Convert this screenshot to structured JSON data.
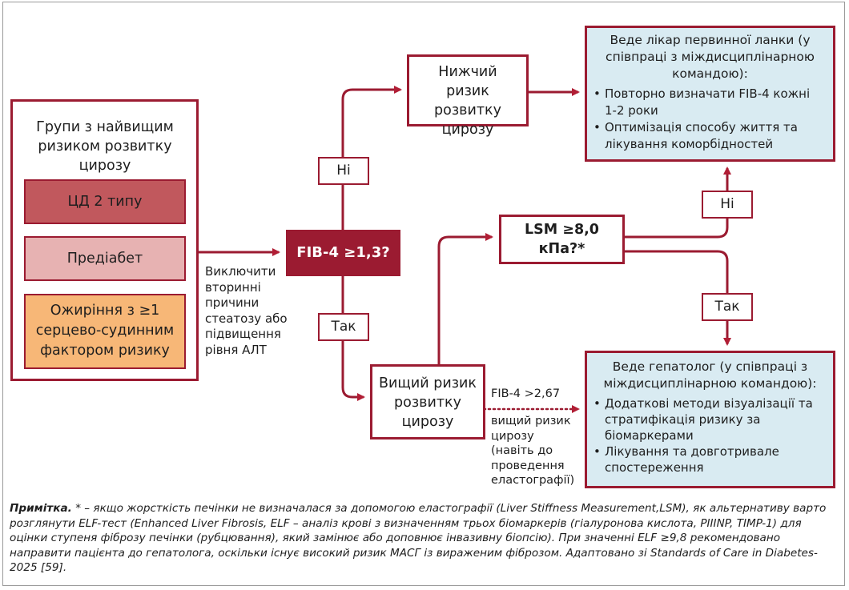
{
  "risk_groups": {
    "title": "Групи з найвищим ризиком розвитку цирозу",
    "items": [
      {
        "label": "ЦД 2 типу",
        "color": "#c1585d"
      },
      {
        "label": "Предіабет",
        "color": "#e7b2b2"
      },
      {
        "label": "Ожиріння з ≥1 серцево-судинним фактором ризику",
        "color": "#f7b777"
      }
    ]
  },
  "exclude_note": "Виключити вторинні причини стеатозу або підвищення рівня АЛТ",
  "fib4": "FIB-4 ≥1,3?",
  "no_label_1": "Ні",
  "yes_label_1": "Так",
  "lower_risk": "Нижчий ризик розвитку цирозу",
  "higher_risk": "Вищий ризик розвитку цирозу",
  "lsm": "LSM ≥8,0 кПа?*",
  "no_label_2": "Ні",
  "yes_label_2": "Так",
  "fib4_high": {
    "label": "FIB-4 >2,67",
    "text": "вищий ризик цирозу (навіть до проведення еластографії)"
  },
  "primary_care": {
    "title": "Веде лікар первинної ланки (у співпраці з міждисциплінарною командою):",
    "bullets": [
      "Повторно визначати FIB-4 кожні 1-2 роки",
      "Оптимізація способу життя та лікування коморбідностей"
    ]
  },
  "hepatologist": {
    "title": "Веде гепатолог (у співпраці з міждисциплінарною командою):",
    "bullets": [
      "Додаткові методи візуалізації та стратифікація ризику за біомаркерами",
      "Лікування та довготривале спостереження"
    ]
  },
  "note": {
    "label": "Примітка.",
    "text": "* – якщо жорсткість печінки не визначалася за допомогою еластографії (Liver Stiffness Measurement,LSM), як альтернативу варто розглянути ELF-тест (Enhanced Liver Fibrosis, ELF – аналіз крові з визначенням трьох біомаркерів (гіалуронова кислота, PIIINP, TIMP-1) для оцінки ступеня фіброзу печінки (рубцювання), який замінює або доповнює інвазивну біопсію). При значенні ELF ≥9,8 рекомендовано направити пацієнта до гепатолога, оскільки існує високий ризик МАСГ із вираженим фіброзом. Адаптовано зі Standards of Care in Diabetes-2025 [59]."
  },
  "colors": {
    "accent": "#9b1b31",
    "teal_fill": "#d9ebf2",
    "arrow": "#b11e35"
  }
}
